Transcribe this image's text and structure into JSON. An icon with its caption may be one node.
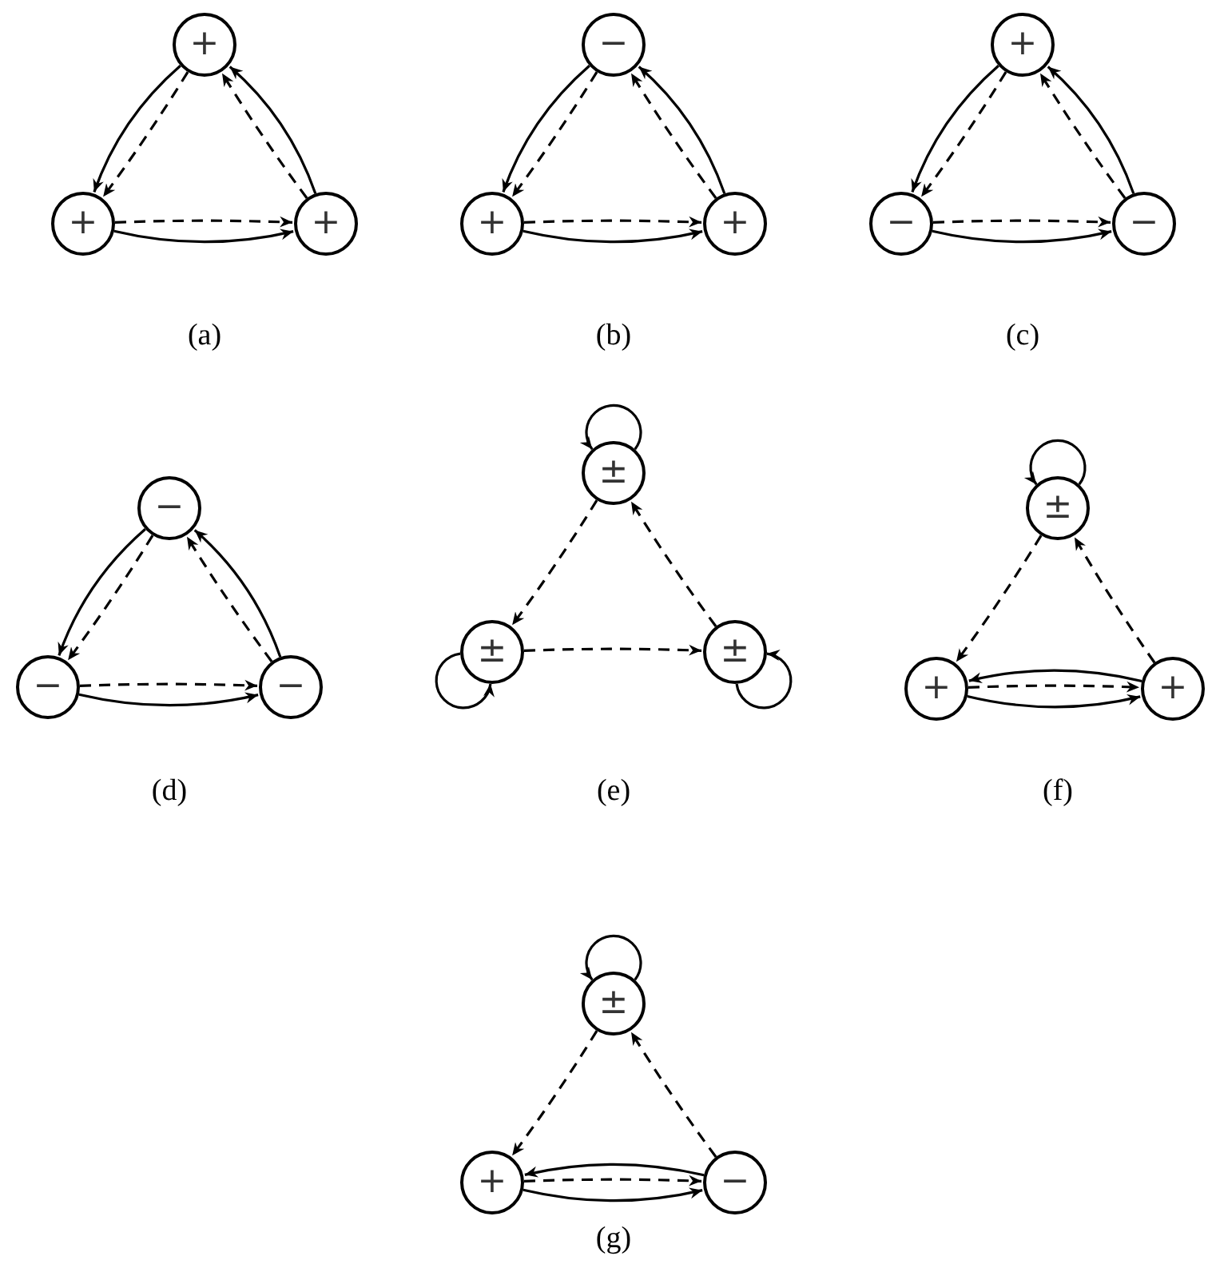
{
  "diagram": {
    "nodes": [
      {
        "text": [
          "+"
        ]
      },
      {
        "text": [
          "+"
        ]
      },
      {
        "text": [
          "+"
        ]
      },
      {
        "text": [
          "−"
        ]
      },
      {
        "text": [
          "+"
        ]
      },
      {
        "text": [
          "+"
        ]
      },
      {
        "text": [
          "+"
        ]
      },
      {
        "text": [
          "−"
        ]
      },
      {
        "text": [
          "−"
        ]
      },
      {
        "text": [
          "−"
        ]
      },
      {
        "text": [
          "−"
        ]
      },
      {
        "text": [
          "−"
        ]
      },
      {
        "text": [
          "±"
        ]
      },
      {
        "text": [
          "±"
        ]
      },
      {
        "text": [
          "±"
        ]
      },
      {
        "text": [
          "±"
        ]
      },
      {
        "text": [
          "+"
        ]
      },
      {
        "text": [
          "+"
        ]
      },
      {
        "text": [
          "±"
        ]
      },
      {
        "text": [
          "+"
        ]
      },
      {
        "text": [
          "−"
        ]
      }
    ],
    "edges": [
      {
        "from": 0,
        "to": 1,
        "arrow": "to"
      },
      {
        "from": 0,
        "to": 1,
        "arrow": "to",
        "style": "dashed"
      },
      {
        "from": 2,
        "to": 0,
        "arrow": "to"
      },
      {
        "from": 2,
        "to": 0,
        "arrow": "to",
        "style": "dashed"
      },
      {
        "from": 1,
        "to": 2,
        "arrow": "to",
        "style": "dashed"
      },
      {
        "from": 1,
        "to": 2,
        "arrow": "to"
      },
      {
        "from": 3,
        "to": 4,
        "arrow": "to"
      },
      {
        "from": 3,
        "to": 4,
        "arrow": "to",
        "style": "dashed"
      },
      {
        "from": 5,
        "to": 3,
        "arrow": "to"
      },
      {
        "from": 5,
        "to": 3,
        "arrow": "to",
        "style": "dashed"
      },
      {
        "from": 4,
        "to": 5,
        "arrow": "to",
        "style": "dashed"
      },
      {
        "from": 4,
        "to": 5,
        "arrow": "to"
      },
      {
        "from": 6,
        "to": 7,
        "arrow": "to"
      },
      {
        "from": 6,
        "to": 7,
        "arrow": "to",
        "style": "dashed"
      },
      {
        "from": 8,
        "to": 6,
        "arrow": "to"
      },
      {
        "from": 8,
        "to": 6,
        "arrow": "to",
        "style": "dashed"
      },
      {
        "from": 7,
        "to": 8,
        "arrow": "to",
        "style": "dashed"
      },
      {
        "from": 7,
        "to": 8,
        "arrow": "to"
      },
      {
        "from": 9,
        "to": 10,
        "arrow": "to"
      },
      {
        "from": 9,
        "to": 10,
        "arrow": "to",
        "style": "dashed"
      },
      {
        "from": 11,
        "to": 9,
        "arrow": "to"
      },
      {
        "from": 11,
        "to": 9,
        "arrow": "to",
        "style": "dashed"
      },
      {
        "from": 10,
        "to": 11,
        "arrow": "to",
        "style": "dashed"
      },
      {
        "from": 10,
        "to": 11,
        "arrow": "to"
      },
      {
        "from": 12,
        "to": 12,
        "arrow": "to"
      },
      {
        "from": 12,
        "to": 13,
        "arrow": "to",
        "style": "dashed"
      },
      {
        "from": 14,
        "to": 12,
        "arrow": "to",
        "style": "dashed"
      },
      {
        "from": 13,
        "to": 13,
        "arrow": "to"
      },
      {
        "from": 13,
        "to": 14,
        "arrow": "to",
        "style": "dashed"
      },
      {
        "from": 14,
        "to": 14,
        "arrow": "to"
      },
      {
        "from": 15,
        "to": 15,
        "arrow": "to"
      },
      {
        "from": 15,
        "to": 16,
        "arrow": "to",
        "style": "dashed"
      },
      {
        "from": 17,
        "to": 15,
        "arrow": "to",
        "style": "dashed"
      },
      {
        "from": 16,
        "to": 17,
        "arrow": "to"
      },
      {
        "from": 16,
        "to": 17,
        "arrow": "to",
        "style": "dashed"
      },
      {
        "from": 17,
        "to": 16,
        "arrow": "to"
      },
      {
        "from": 18,
        "to": 18,
        "arrow": "to"
      },
      {
        "from": 18,
        "to": 19,
        "arrow": "to",
        "style": "dashed"
      },
      {
        "from": 20,
        "to": 18,
        "arrow": "to",
        "style": "dashed"
      },
      {
        "from": 19,
        "to": 20,
        "arrow": "to"
      },
      {
        "from": 19,
        "to": 20,
        "arrow": "to",
        "style": "dashed"
      },
      {
        "from": 20,
        "to": 19,
        "arrow": "to"
      }
    ],
    "labels": [
      "(a)",
      "(b)",
      "(c)",
      "(d)",
      "(e)",
      "(f)",
      "(g)"
    ]
  }
}
